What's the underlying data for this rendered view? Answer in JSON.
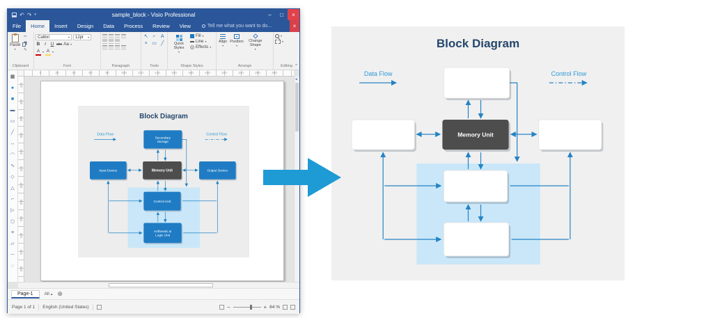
{
  "window": {
    "title": "sample_block - Visio Professional",
    "tabs": [
      "File",
      "Home",
      "Insert",
      "Design",
      "Data",
      "Process",
      "Review",
      "View"
    ],
    "active_tab": "Home",
    "tell_me": "Tell me what you want to do...",
    "controls": {
      "minimize": "–",
      "maximize": "□",
      "close": "×"
    }
  },
  "ribbon": {
    "group_labels": [
      "Clipboard",
      "Font",
      "Paragraph",
      "Tools",
      "Shape Styles",
      "Arrange",
      "Editing"
    ],
    "paste_label": "Paste",
    "font_name": "Calibri",
    "font_size": "12pt",
    "font_buttons": {
      "bold": "B",
      "italic": "I",
      "underline": "U",
      "strikethrough": "abc",
      "case": "Aa",
      "color": "A",
      "highlight": "A"
    },
    "style_buttons": {
      "quick_styles": "Quick Styles",
      "fill": "Fill",
      "line": "Line",
      "effects": "Effects"
    },
    "arrange_buttons": {
      "align": "Align",
      "position": "Position",
      "change_shape": "Change Shape"
    }
  },
  "rulers": {
    "top": [
      "0",
      "20",
      "40",
      "60",
      "80",
      "100",
      "120",
      "140",
      "160",
      "180",
      "200",
      "220",
      "240",
      "260",
      "280"
    ],
    "left": [
      "420",
      "400",
      "380",
      "360",
      "340",
      "320",
      "300",
      "280",
      "260",
      "240",
      "220",
      "200"
    ]
  },
  "stencil_icons": [
    {
      "name": "shapes-window-icon",
      "glyph": "▦",
      "color": "#444444"
    },
    {
      "name": "circle-shape-icon",
      "glyph": "●",
      "color": "#1e88c7"
    },
    {
      "name": "square-shape-icon",
      "glyph": "■",
      "color": "#1e88c7"
    },
    {
      "name": "bar-shape-icon",
      "glyph": "▬",
      "color": "#56718f"
    },
    {
      "name": "rectangle-shape-icon",
      "glyph": "▭",
      "color": "#56718f"
    },
    {
      "name": "line-shape-icon",
      "glyph": "╱",
      "color": "#56718f"
    },
    {
      "name": "double-arrow-shape-icon",
      "glyph": "↔",
      "color": "#56718f"
    },
    {
      "name": "arc-shape-icon",
      "glyph": "◠",
      "color": "#56718f"
    },
    {
      "name": "wave-shape-icon",
      "glyph": "∿",
      "color": "#56718f"
    },
    {
      "name": "diamond-shape-icon",
      "glyph": "◇",
      "color": "#56718f"
    },
    {
      "name": "triangle-shape-icon",
      "glyph": "△",
      "color": "#56718f"
    },
    {
      "name": "corner-shape-icon",
      "glyph": "⌐",
      "color": "#56718f"
    },
    {
      "name": "arrow-right-shape-icon",
      "glyph": "▷",
      "color": "#56718f"
    },
    {
      "name": "hollow-square-shape-icon",
      "glyph": "◻",
      "color": "#56718f"
    },
    {
      "name": "lines-shape-icon",
      "glyph": "≡",
      "color": "#56718f"
    },
    {
      "name": "parallelogram-shape-icon",
      "glyph": "▱",
      "color": "#56718f"
    },
    {
      "name": "hline-shape-icon",
      "glyph": "─",
      "color": "#56718f"
    },
    {
      "name": "dotted-circle-shape-icon",
      "glyph": "◌",
      "color": "#56718f"
    }
  ],
  "pagebar": {
    "page_tab": "Page-1",
    "all_label": "All"
  },
  "statusbar": {
    "page_status": "Page 1 of 1",
    "language": "English (United States)",
    "zoom": "64 %"
  },
  "diagram": {
    "title": "Block Diagram",
    "legend": {
      "data_flow": "Data Flow",
      "control_flow": "Control Flow"
    },
    "boxes": [
      {
        "id": "secondary-storage",
        "label": "Secondary Storage"
      },
      {
        "id": "input-device",
        "label": "Input Device"
      },
      {
        "id": "memory-unit",
        "label": "Memory Unit"
      },
      {
        "id": "output-device",
        "label": "Output Device"
      },
      {
        "id": "control-unit",
        "label": "Control Unit"
      },
      {
        "id": "alu",
        "label": "Arithmetic & Logic Unit"
      }
    ]
  },
  "colors": {
    "titlebar_blue": "#2b579a",
    "box_blue": "#1f7cc4",
    "memory_gray": "#4d4d4d",
    "connector_blue": "#2383c4",
    "legend_blue": "#2e9ad7",
    "region_blue": "#c9e7f8",
    "title_navy": "#25476b",
    "panel_gray_left": "#ededed",
    "panel_gray_right": "#f0f0f0",
    "transform_arrow_blue": "#1e9ad5"
  }
}
